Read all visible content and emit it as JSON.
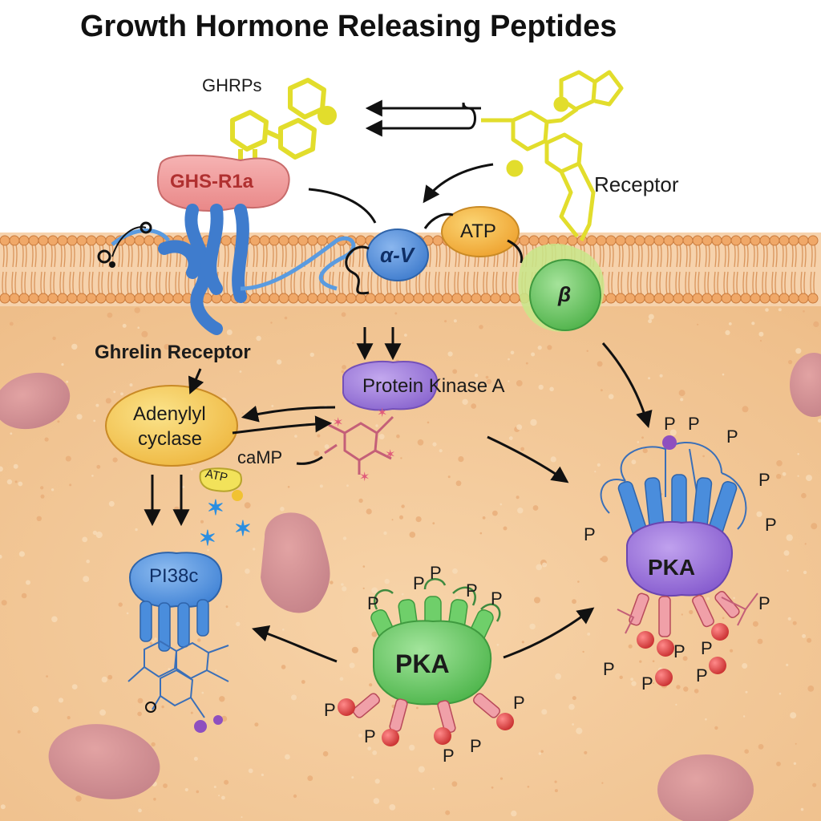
{
  "title": "Growth Hormone Releasing Peptides",
  "labels": {
    "ghrps": "GHRPs",
    "ghs_r1a": "GHS-R1a",
    "receptor": "Receptor",
    "alpha_v": "α-V",
    "atp": "ATP",
    "beta": "β",
    "ghrelin_receptor": "Ghrelin Receptor",
    "protein_kinase_a": "Protein Kinase A",
    "adenylyl_cyclase_line1": "Adenylyl",
    "adenylyl_cyclase_line2": "cyclase",
    "camp": "caMP",
    "atp_small": "ATP",
    "pi38c": "PI38c",
    "pka_right": "PKA",
    "pka_bottom": "PKA",
    "phospho": "P"
  },
  "colors": {
    "cytoplasm": "#f3c89a",
    "membrane_head": "#f0a868",
    "ghs_r1a": "#ef9a9a",
    "alpha_v": "#5b93d8",
    "atp": "#f4b942",
    "beta": "#7ccd6f",
    "protein_kinase_a": "#a98ad8",
    "adenylyl_cyclase": "#f2c94c",
    "pi38c": "#5a9be0",
    "pka_right": "#a07ad6",
    "pka_bottom": "#6fcf6a",
    "phosphate": "#e24848",
    "ligand": "#e6e43a"
  }
}
